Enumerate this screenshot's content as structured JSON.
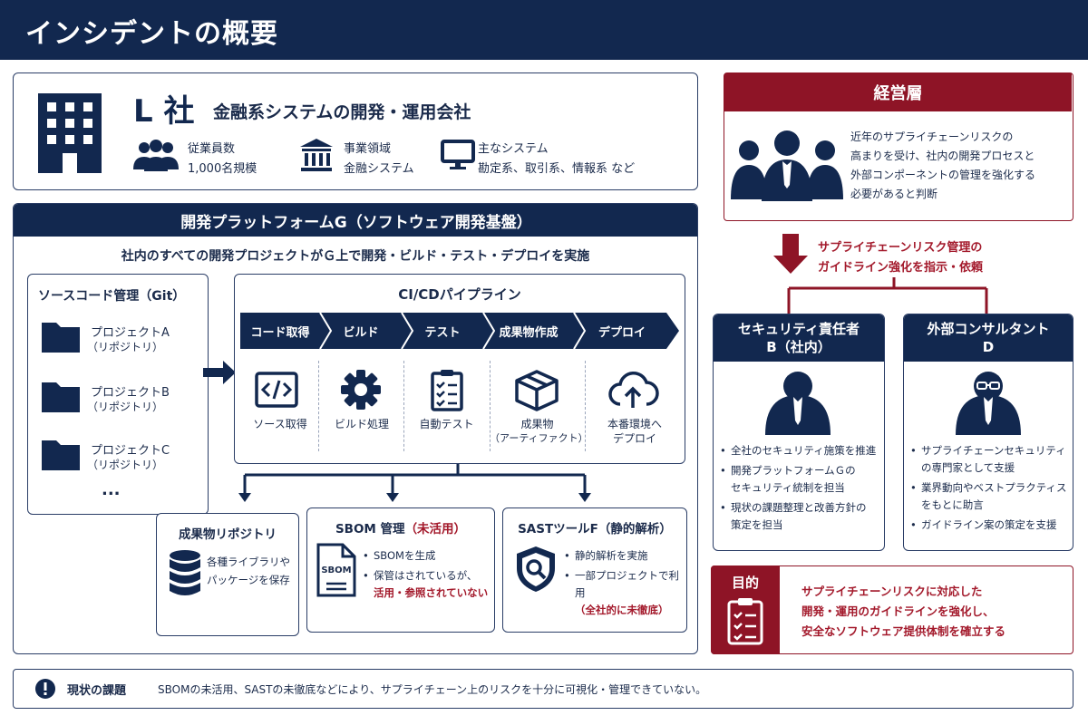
{
  "header": {
    "title": "インシデントの概要"
  },
  "company": {
    "name": "L 社",
    "desc": "金融系システムの開発・運用会社",
    "employees_label": "従業員数",
    "employees_value": "1,000名規模",
    "domain_label": "事業領域",
    "domain_value": "金融システム",
    "systems_label": "主なシステム",
    "systems_value": "勘定系、取引系、情報系 など"
  },
  "platform": {
    "title": "開発プラットフォームG（ソフトウェア開発基盤）",
    "subtitle": "社内のすべての開発プロジェクトがＧ上で開発・ビルド・テスト・デプロイを実施"
  },
  "source": {
    "title": "ソースコード管理（Git）",
    "projects": [
      {
        "name": "プロジェクトA",
        "sub": "（リポジトリ）"
      },
      {
        "name": "プロジェクトB",
        "sub": "（リポジトリ）"
      },
      {
        "name": "プロジェクトC",
        "sub": "（リポジトリ）"
      }
    ],
    "more": "..."
  },
  "cicd": {
    "title": "CI/CDパイプライン",
    "stages": [
      "コード取得",
      "ビルド",
      "テスト",
      "成果物作成",
      "デプロイ"
    ],
    "steps": [
      {
        "label": "ソース取得",
        "icon": "code-icon"
      },
      {
        "label": "ビルド処理",
        "icon": "gear-icon"
      },
      {
        "label": "自動テスト",
        "icon": "checklist-icon"
      },
      {
        "label": "成果物",
        "sub": "（アーティファクト）",
        "icon": "package-icon"
      },
      {
        "label": "本番環境へ",
        "sub": "デプロイ",
        "icon": "cloud-upload-icon"
      }
    ]
  },
  "artifact": {
    "title": "成果物リポジトリ",
    "line1": "各種ライブラリや",
    "line2": "パッケージを保存"
  },
  "sbom": {
    "title": "SBOM 管理",
    "status": "（未活用）",
    "b1": "SBOMを生成",
    "b2": "保管はされているが、",
    "b2_red": "活用・参照されていない",
    "doc_text": "SBOM"
  },
  "sast": {
    "title": "SASTツールF（静的解析）",
    "b1": "静的解析を実施",
    "b2": "一部プロジェクトで利用",
    "b2_red": "（全社的に未徹底）"
  },
  "mgmt": {
    "title": "経営層",
    "l1": "近年のサプライチェーンリスクの",
    "l2": "高まりを受け、社内の開発プロセスと",
    "l3": "外部コンポーネントの管理を強化する",
    "l4": "必要があると判断"
  },
  "instruction": {
    "l1": "サプライチェーンリスク管理の",
    "l2": "ガイドライン強化を指示・依頼"
  },
  "security": {
    "title1": "セキュリティ責任者",
    "title2": "B（社内）",
    "b1": "全社のセキュリティ施策を推進",
    "b2a": "開発プラットフォームＧの",
    "b2b": "セキュリティ統制を担当",
    "b3a": "現状の課題整理と改善方針の",
    "b3b": "策定を担当"
  },
  "consultant": {
    "title1": "外部コンサルタント",
    "title2": "D",
    "b1a": "サプライチェーンセキュリティ",
    "b1b": "の専門家として支援",
    "b2a": "業界動向やベストプラクティス",
    "b2b": "をもとに助言",
    "b3": "ガイドライン案の策定を支援"
  },
  "purpose": {
    "title": "目的",
    "l1": "サプライチェーンリスクに対応した",
    "l2": "開発・運用のガイドラインを強化し、",
    "l3": "安全なソフトウェア提供体制を確立する"
  },
  "issue": {
    "label": "現状の課題",
    "text": "SBOMの未活用、SASTの未徹底などにより、サプライチェーン上のリスクを十分に可視化・管理できていない。"
  },
  "colors": {
    "navy": "#12284f",
    "red": "#8e1426"
  }
}
